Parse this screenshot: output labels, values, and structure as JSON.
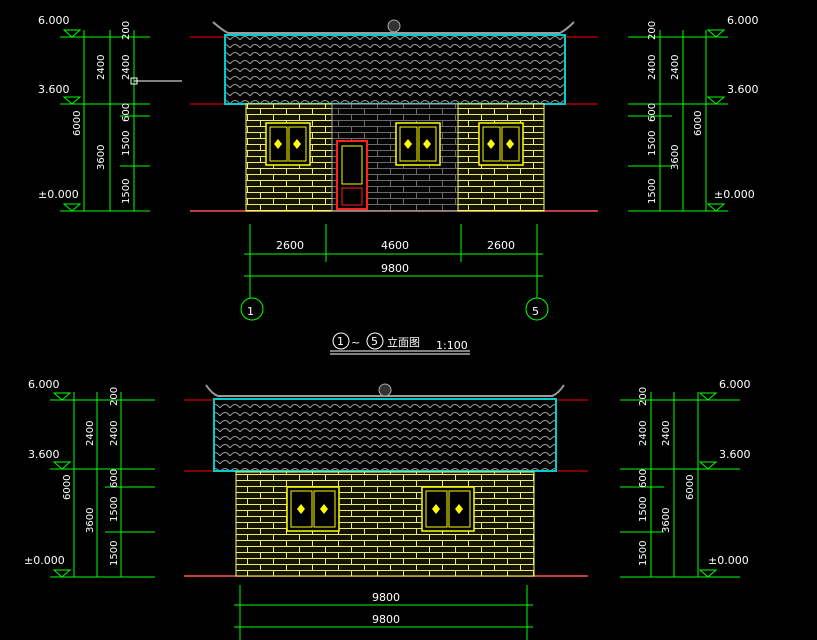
{
  "upper_elevation": {
    "levels": {
      "top": "6.000",
      "mid": "3.600",
      "ground": "±0.000"
    },
    "left_dims_inner": [
      "200",
      "2400",
      "600",
      "1500",
      "1500"
    ],
    "left_dims_mid": [
      "2400",
      "3600"
    ],
    "left_dims_total": "6000",
    "right_dims_inner": [
      "200",
      "2400",
      "600",
      "1500",
      "1500"
    ],
    "right_dims_mid": [
      "2400",
      "3600"
    ],
    "right_dims_total": "6000",
    "bottom_dims": [
      "2600",
      "4600",
      "2600"
    ],
    "bottom_total": "9800",
    "axis_left": "1",
    "axis_right": "5",
    "title": {
      "circle_a": "1",
      "tilde": "~",
      "circle_b": "5",
      "name": "立面图",
      "scale": "1:100"
    }
  },
  "lower_elevation": {
    "levels": {
      "top": "6.000",
      "mid": "3.600",
      "ground": "±0.000"
    },
    "left_dims_inner": [
      "200",
      "2400",
      "600",
      "1500",
      "1500"
    ],
    "left_dims_mid": [
      "2400",
      "3600"
    ],
    "left_dims_total": "6000",
    "right_dims_inner": [
      "200",
      "2400",
      "600",
      "1500",
      "1500"
    ],
    "right_dims_mid": [
      "2400",
      "3600"
    ],
    "right_dims_total": "6000",
    "bottom_dims": [
      "9800",
      "9800"
    ]
  },
  "colors": {
    "dimension": "#00ff00",
    "roof_outline": "#00cccc",
    "wall_brick": "#ffff66",
    "door": "#ff2020",
    "window": "#ffff00",
    "datum_line": "#ff0000",
    "text": "#ffffff"
  }
}
